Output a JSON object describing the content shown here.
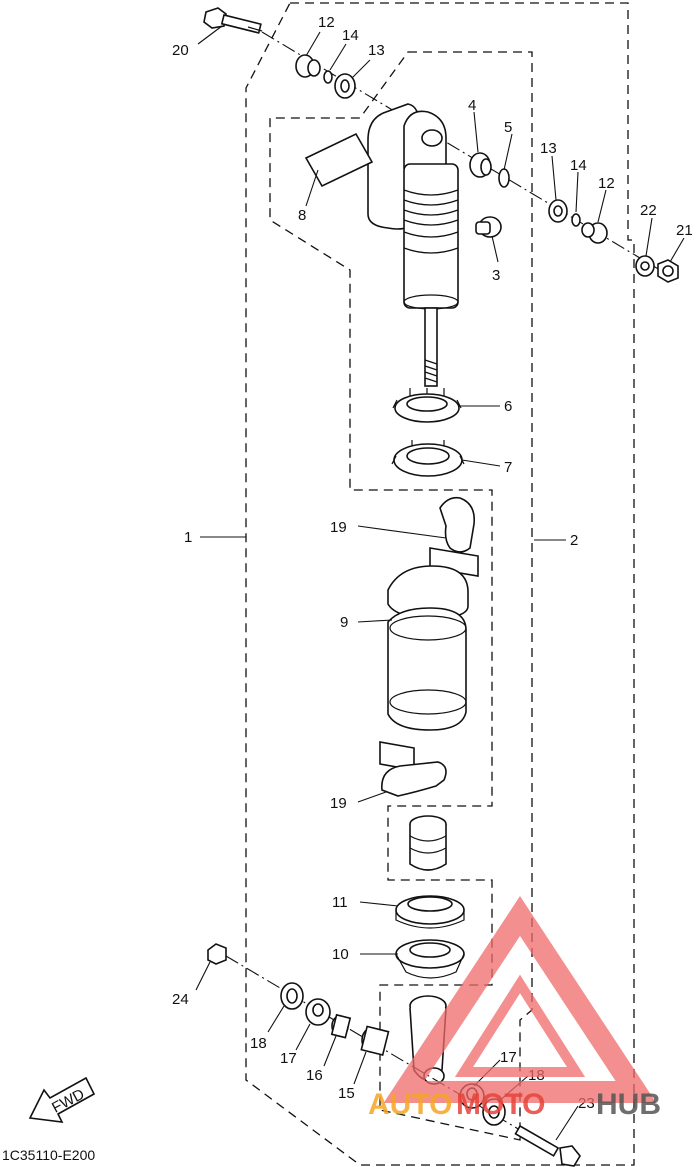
{
  "diagram": {
    "drawing_code": "1C35110-E200",
    "fwd_label": "FWD",
    "callouts": {
      "c1": "1",
      "c2": "2",
      "c3": "3",
      "c4": "4",
      "c5": "5",
      "c6": "6",
      "c7": "7",
      "c8": "8",
      "c9": "9",
      "c10": "10",
      "c11": "11",
      "c12a": "12",
      "c12b": "12",
      "c13a": "13",
      "c13b": "13",
      "c14a": "14",
      "c14b": "14",
      "c15": "15",
      "c16": "16",
      "c17a": "17",
      "c17b": "17",
      "c18a": "18",
      "c18b": "18",
      "c19a": "19",
      "c19b": "19",
      "c20": "20",
      "c21": "21",
      "c22": "22",
      "c23": "23",
      "c24": "24"
    }
  },
  "watermark": {
    "text_part1": "AUTO",
    "text_part2": "MOTO",
    "text_part3": "HUB",
    "colors": {
      "orange": "#f5a623",
      "red": "#e8433a",
      "triangle": "#f06a6a"
    }
  }
}
